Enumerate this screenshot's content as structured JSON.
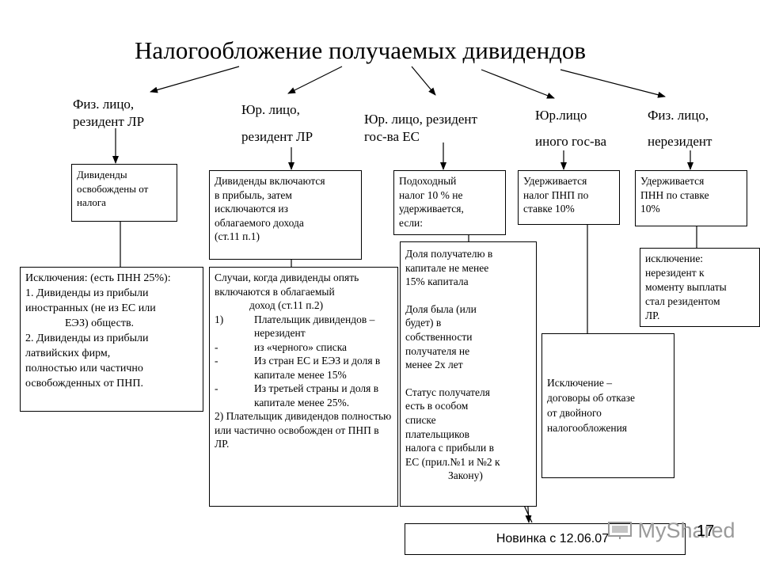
{
  "title": "Налогообложение получаемых дивидендов",
  "headers": {
    "h1": [
      "Физ. лицо,",
      "резидент ЛР"
    ],
    "h2": [
      "Юр. лицо,",
      "резидент ЛР"
    ],
    "h3": [
      "Юр. лицо, резидент",
      "гос-ва ЕС"
    ],
    "h4": [
      "Юр.лицо",
      "иного гос-ва"
    ],
    "h5": [
      "Физ. лицо,",
      "нерезидент"
    ]
  },
  "boxes": {
    "b1": [
      "Дивиденды",
      "освобождены от",
      "налога"
    ],
    "b2": [
      "Дивиденды включаются",
      "в прибыль, затем",
      "исключаются из",
      "облагаемого дохода",
      "(ст.11 п.1)"
    ],
    "b3": [
      "Подоходный",
      "налог 10 % не",
      "удерживается,",
      "если:"
    ],
    "b4": [
      "Удерживается",
      "налог ПНП по",
      "ставке 10%"
    ],
    "b5": [
      "Удерживается",
      "ПНН по ставке",
      "10%"
    ],
    "exc1": [
      "Исключения: (есть ПНН 25%):",
      "1. Дивиденды из прибыли",
      "иностранных (не из ЕС или",
      "ЕЭЗ) обществ.",
      "2. Дивиденды из прибыли",
      "латвийских фирм,",
      "полностью или частично",
      "освобожденных от ПНП."
    ],
    "cases": {
      "intro1": "Случаи, когда дивиденды опять",
      "intro2": "включаются в облагаемый",
      "intro3": "доход (ст.11 п.2)",
      "i1_mark": "1)",
      "i1": "Плательщик дивидендов – нерезидент",
      "i2_mark": "-",
      "i2": "из «черного» списка",
      "i3_mark": "-",
      "i3": "Из стран ЕС и ЕЭЗ и доля в капитале менее 15%",
      "i4_mark": "-",
      "i4": "Из третьей страны и доля в капитале менее 25%.",
      "p2": "2) Плательщик дивидендов полностью или частично освобожден от ПНП в ЛР."
    },
    "cond": [
      "Доля получателю в",
      "капитале не менее",
      "15% капитала",
      "",
      "Доля была (или",
      "будет) в",
      "собственности",
      "получателя не",
      "менее 2х лет",
      "",
      "Статус получателя",
      "есть в особом",
      "списке",
      "плательщиков",
      "налога с прибыли в",
      "ЕС (прил.№1 и №2 к",
      "Закону)"
    ],
    "exc4": [
      "Исключение –",
      "договоры об отказе",
      "от двойного",
      "налогообложения"
    ],
    "exc5": [
      "исключение:",
      "нерезидент к",
      "моменту выплаты",
      "стал резидентом",
      "ЛР."
    ]
  },
  "new_label": "Новинка с 12.06.07",
  "watermark": "MyShared",
  "page_number": "17"
}
